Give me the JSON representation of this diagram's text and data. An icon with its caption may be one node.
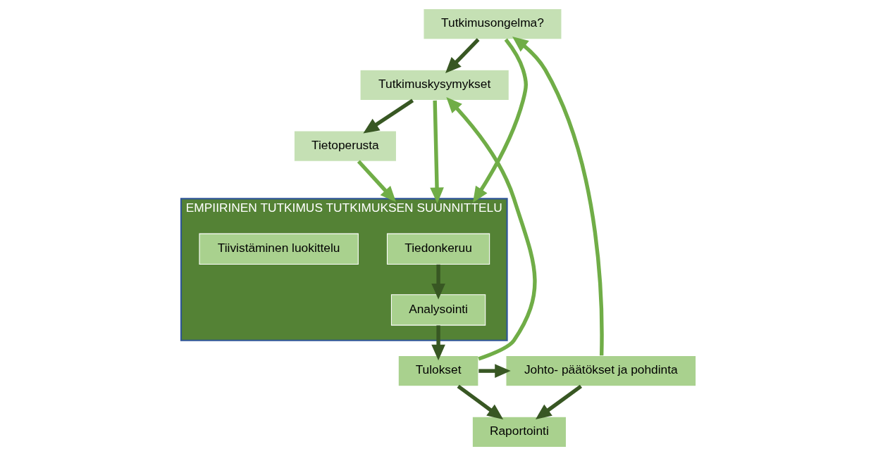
{
  "diagram": {
    "nodes": [
      {
        "text": [
          "Tutkimusongelma?"
        ]
      },
      {
        "text": [
          "Tutkimuskysymykset"
        ]
      },
      {
        "text": [
          "Tietoperusta"
        ]
      },
      {
        "text": [
          "EMPIIRINEN TUTKIMUS TUTKIMUKSEN SUUNNITTELU"
        ]
      },
      {
        "text": [
          "Tiedonkeruu"
        ],
        "in": 3
      },
      {
        "text": [
          "Analysointi"
        ],
        "in": 3
      },
      {
        "text": [
          "Tiivistäminen luokittelu"
        ],
        "in": 3
      },
      {
        "text": [
          "Tulokset"
        ]
      },
      {
        "text": [
          "Johto- päätökset ja pohdinta"
        ]
      },
      {
        "text": [
          "Raportointi"
        ]
      }
    ],
    "edges": [
      {
        "from": 0,
        "to": 1,
        "arrow": "to"
      },
      {
        "from": 1,
        "to": 2,
        "arrow": "to"
      },
      {
        "from": 0,
        "to": 3,
        "arrow": "to",
        "color": "#70ad47"
      },
      {
        "from": 1,
        "to": 3,
        "arrow": "to",
        "color": "#70ad47"
      },
      {
        "from": 2,
        "to": 3,
        "arrow": "to",
        "color": "#70ad47"
      },
      {
        "from": 4,
        "to": 5,
        "arrow": "to"
      },
      {
        "from": 5,
        "to": 7,
        "arrow": "to"
      },
      {
        "from": 7,
        "to": 8,
        "arrow": "to"
      },
      {
        "from": 7,
        "to": 9,
        "arrow": "to"
      },
      {
        "from": 8,
        "to": 9,
        "arrow": "to"
      },
      {
        "from": 7,
        "to": 1,
        "arrow": "to",
        "color": "#70ad47"
      },
      {
        "from": 8,
        "to": 0,
        "arrow": "to",
        "color": "#70ad47"
      }
    ]
  }
}
